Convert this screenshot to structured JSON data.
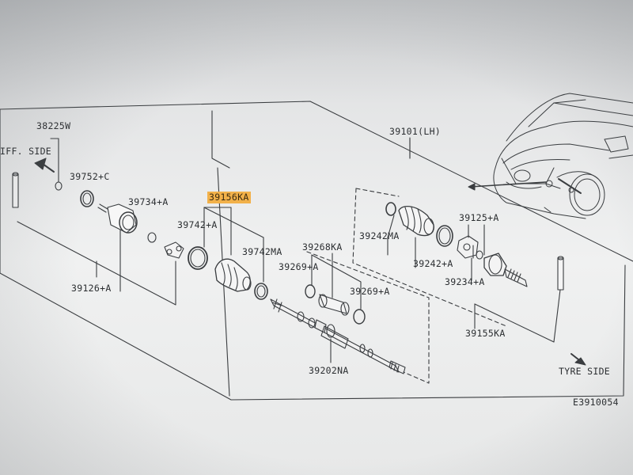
{
  "diagram": {
    "labels": {
      "p38225w": "38225W",
      "p39752c": "39752+C",
      "p39734a": "39734+A",
      "p39156ka": "39156KA",
      "p39742a": "39742+A",
      "p39742ma": "39742MA",
      "p39126a": "39126+A",
      "p39268ka": "39268KA",
      "p39269a_1": "39269+A",
      "p39269a_2": "39269+A",
      "p39202na": "39202NA",
      "p39101lh": "39101(LH)",
      "p39242ma": "39242MA",
      "p39242a": "39242+A",
      "p39125a": "39125+A",
      "p39234a": "39234+A",
      "p39155ka": "39155KA",
      "diff_side": "IFF. SIDE",
      "tyre_side": "TYRE SIDE",
      "ref_code": "E3910054"
    },
    "highlight_color": "#f2b14a"
  }
}
